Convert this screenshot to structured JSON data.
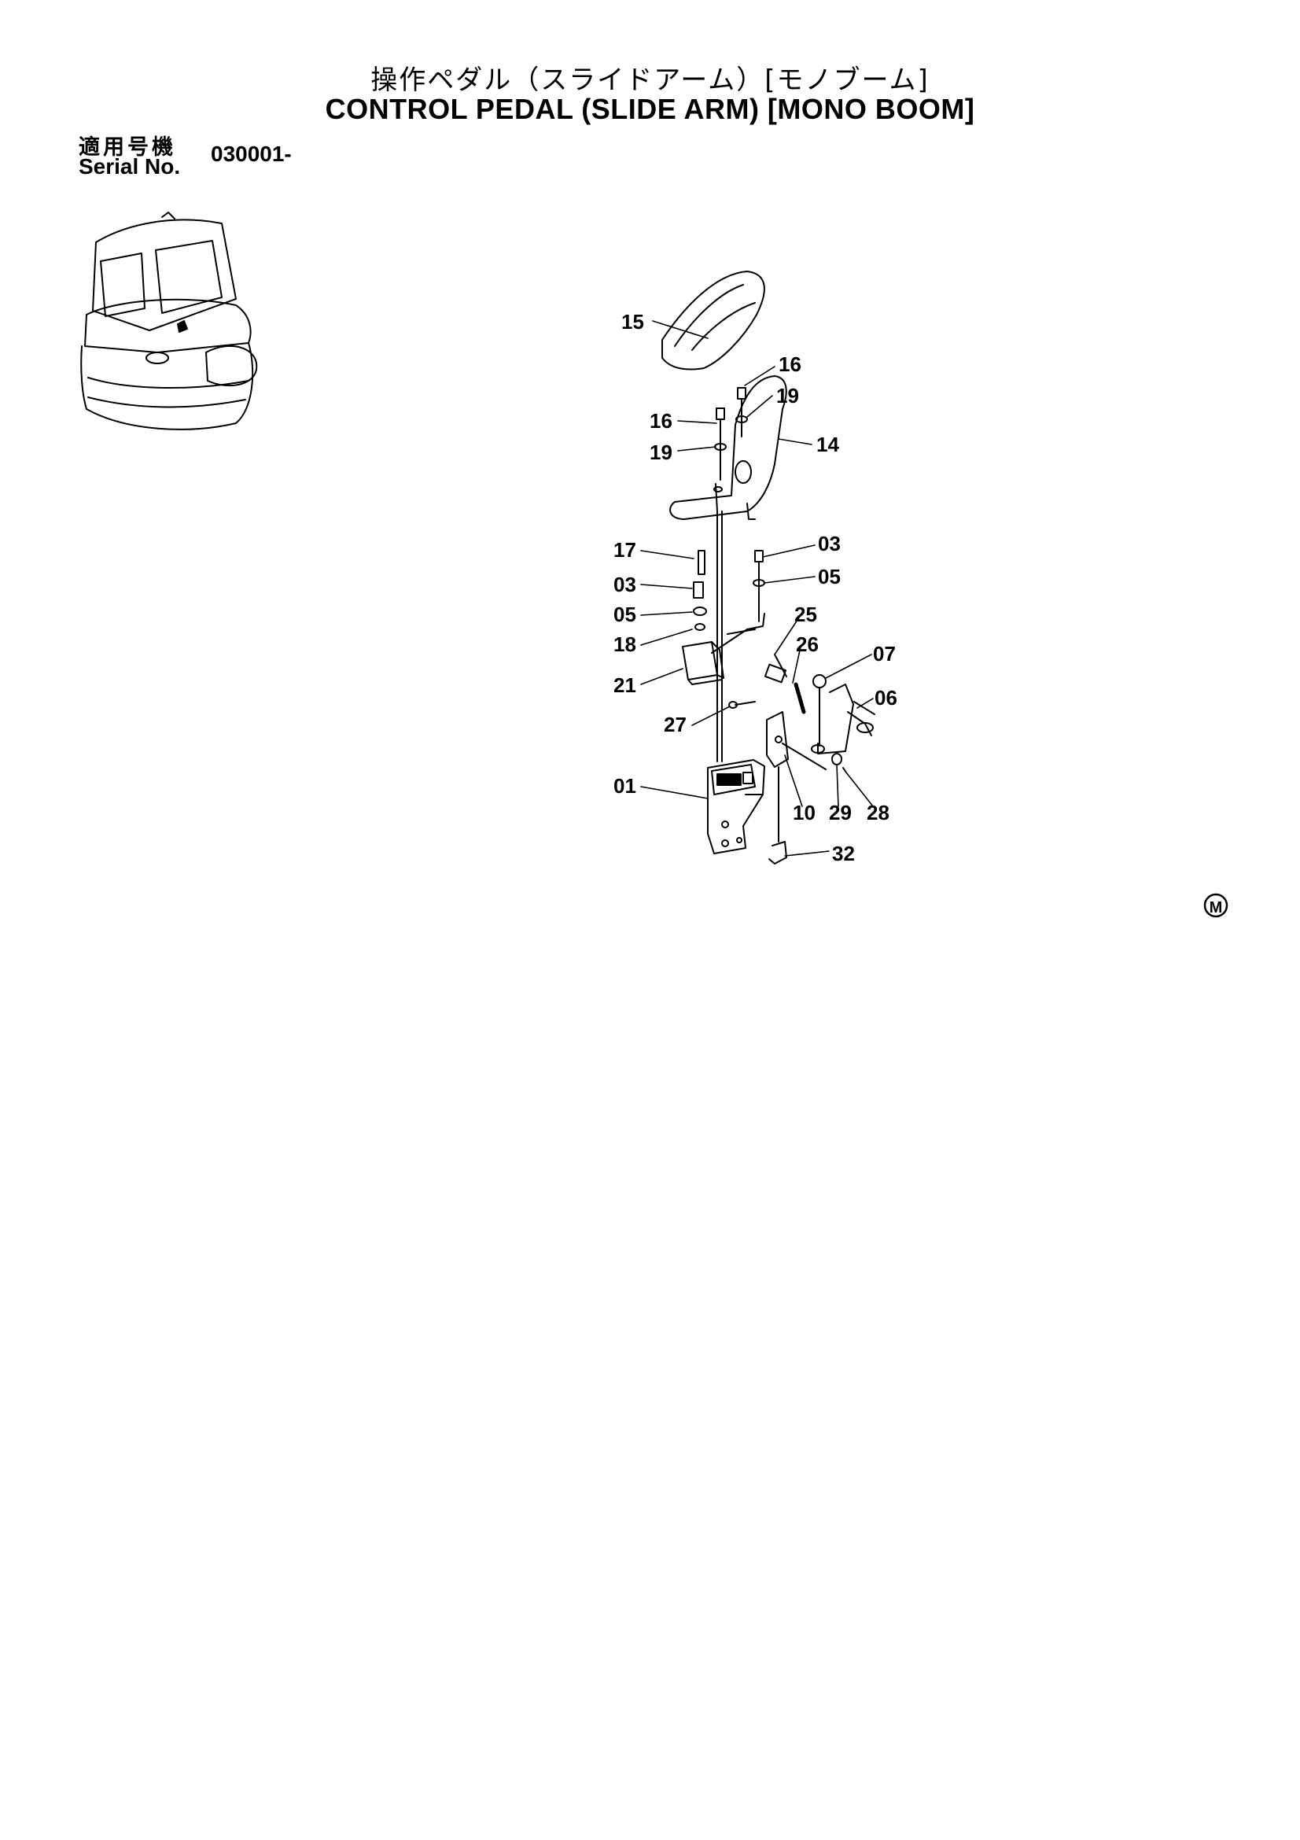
{
  "header": {
    "title_jp": "操作ペダル（スライドアーム）[モノブーム]",
    "title_en": "CONTROL PEDAL (SLIDE ARM) [MONO BOOM]"
  },
  "serial": {
    "label_jp": "適用号機",
    "label_en": "Serial No.",
    "value": "030001-"
  },
  "mark": "M",
  "callouts": [
    {
      "id": "15",
      "text": "15"
    },
    {
      "id": "16a",
      "text": "16"
    },
    {
      "id": "19a",
      "text": "19"
    },
    {
      "id": "16b",
      "text": "16"
    },
    {
      "id": "19b",
      "text": "19"
    },
    {
      "id": "14",
      "text": "14"
    },
    {
      "id": "17",
      "text": "17"
    },
    {
      "id": "03a",
      "text": "03"
    },
    {
      "id": "03b",
      "text": "03"
    },
    {
      "id": "05a",
      "text": "05"
    },
    {
      "id": "05b",
      "text": "05"
    },
    {
      "id": "25",
      "text": "25"
    },
    {
      "id": "18",
      "text": "18"
    },
    {
      "id": "26",
      "text": "26"
    },
    {
      "id": "07",
      "text": "07"
    },
    {
      "id": "21",
      "text": "21"
    },
    {
      "id": "06",
      "text": "06"
    },
    {
      "id": "27",
      "text": "27"
    },
    {
      "id": "01",
      "text": "01"
    },
    {
      "id": "10",
      "text": "10"
    },
    {
      "id": "29",
      "text": "29"
    },
    {
      "id": "28",
      "text": "28"
    },
    {
      "id": "32",
      "text": "32"
    }
  ]
}
